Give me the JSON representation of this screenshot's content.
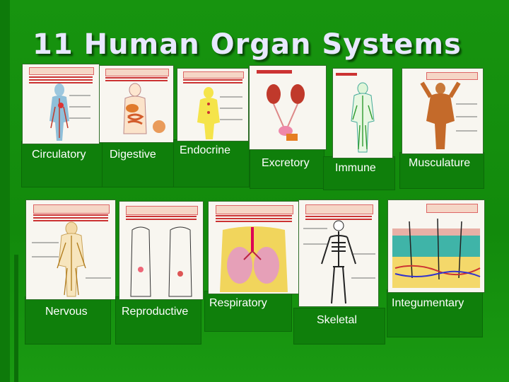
{
  "slide": {
    "title": "11 Human Organ Systems",
    "colors": {
      "background": "#148f0e",
      "title": "#e8e8ff",
      "label": "#ffffff"
    }
  },
  "systems": [
    {
      "id": "circulatory",
      "label": "Circulatory",
      "icon": "circulatory-diagram-icon"
    },
    {
      "id": "digestive",
      "label": "Digestive",
      "icon": "digestive-diagram-icon"
    },
    {
      "id": "endocrine",
      "label": "Endocrine",
      "icon": "endocrine-diagram-icon"
    },
    {
      "id": "excretory",
      "label": "Excretory",
      "icon": "excretory-diagram-icon"
    },
    {
      "id": "immune",
      "label": "Immune",
      "icon": "immune-diagram-icon"
    },
    {
      "id": "musculature",
      "label": "Musculature",
      "icon": "muscular-diagram-icon"
    },
    {
      "id": "nervous",
      "label": "Nervous",
      "icon": "nervous-diagram-icon"
    },
    {
      "id": "reproductive",
      "label": "Reproductive",
      "icon": "reproductive-diagram-icon"
    },
    {
      "id": "respiratory",
      "label": "Respiratory",
      "icon": "respiratory-diagram-icon"
    },
    {
      "id": "skeletal",
      "label": "Skeletal",
      "icon": "skeletal-diagram-icon"
    },
    {
      "id": "integumentary",
      "label": "Integumentary",
      "icon": "skin-diagram-icon"
    }
  ]
}
